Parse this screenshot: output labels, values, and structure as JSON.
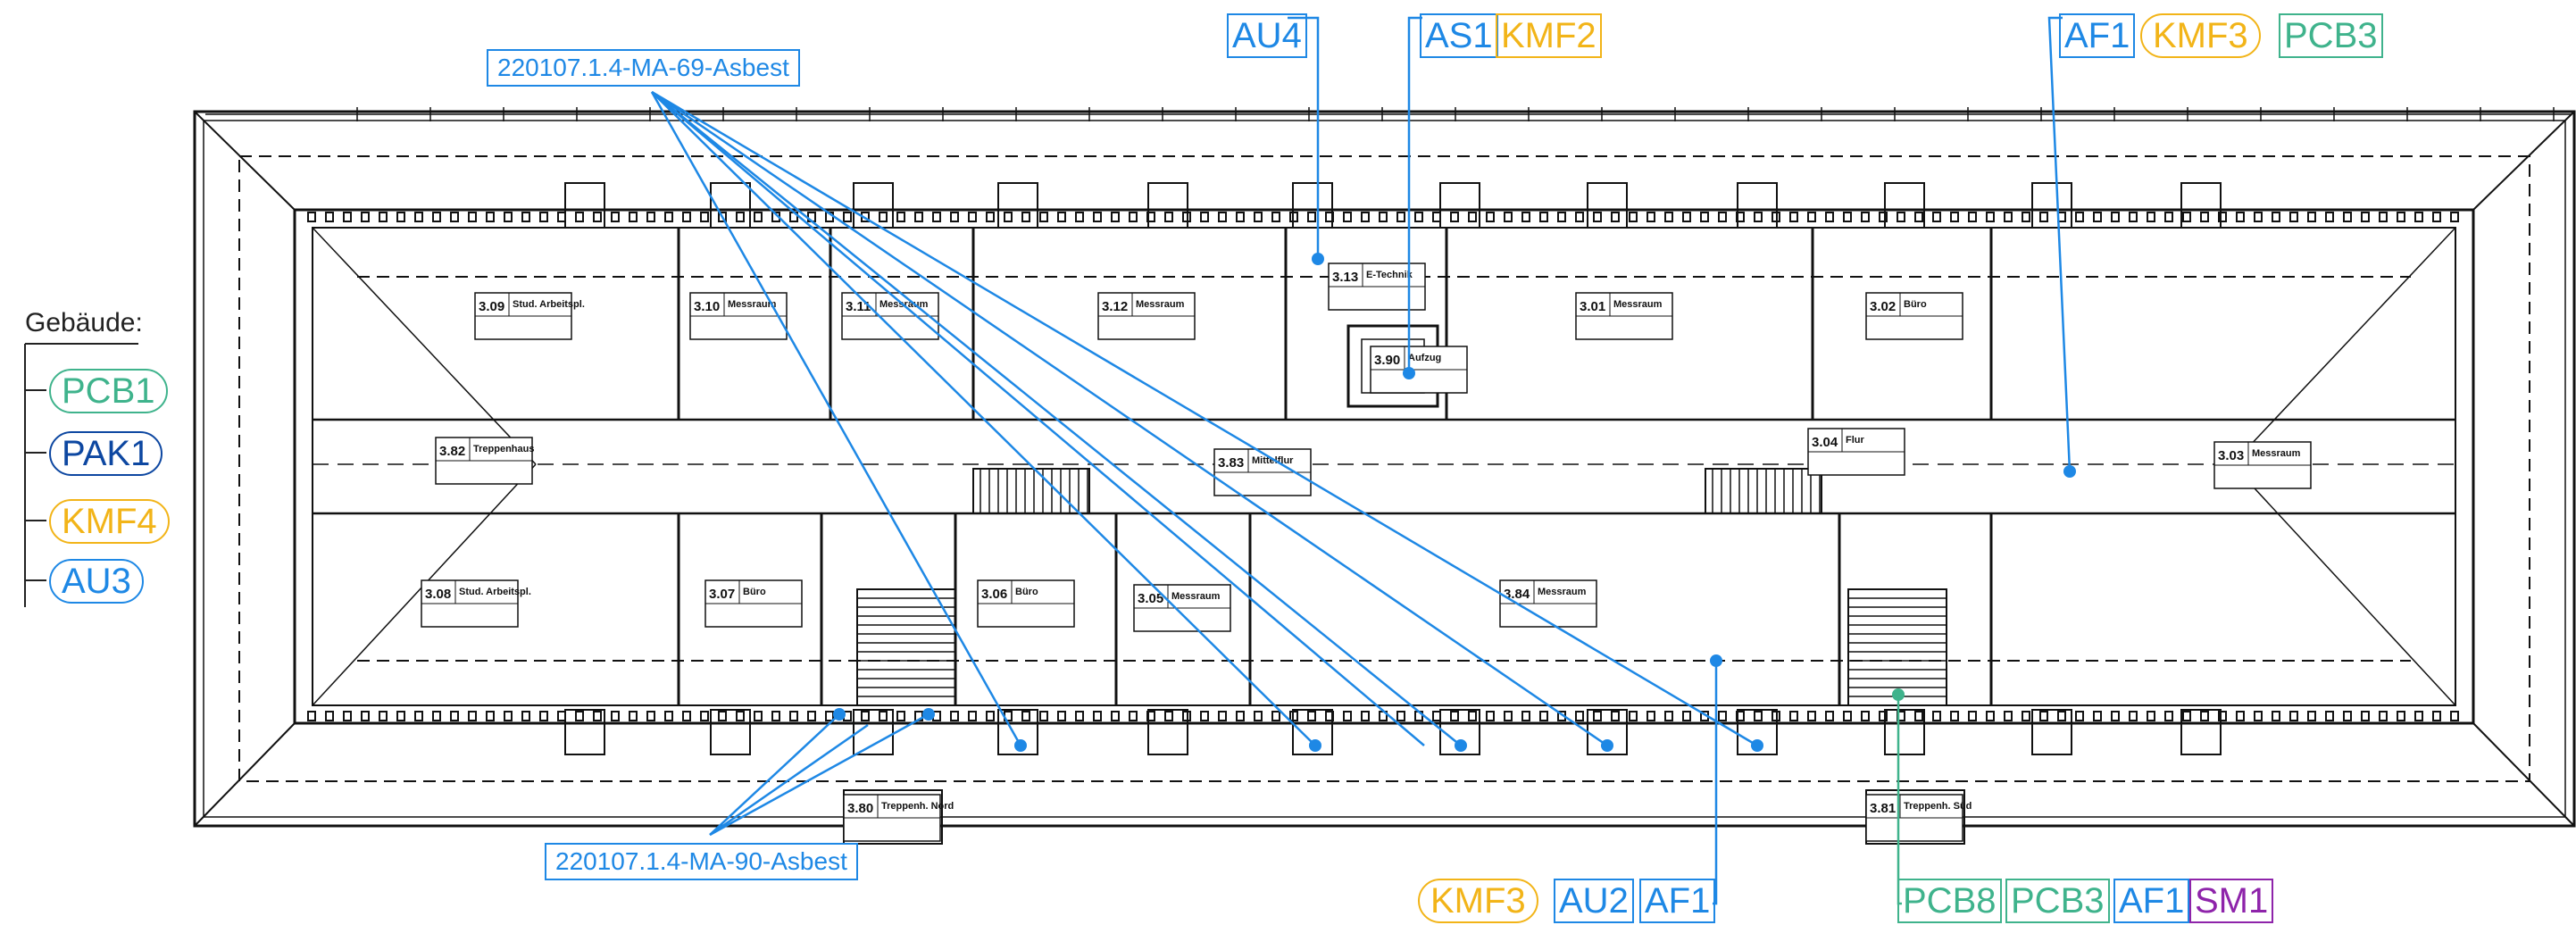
{
  "legend": {
    "title": "Gebäude:",
    "items": [
      {
        "code": "PCB1",
        "color": "#3fb38c"
      },
      {
        "code": "PAK1",
        "color": "#0d47a1"
      },
      {
        "code": "KMF4",
        "color": "#f2b418"
      },
      {
        "code": "AU3",
        "color": "#1e88e5"
      }
    ]
  },
  "samples": {
    "asbest_69": "220107.1.4-MA-69-Asbest",
    "asbest_90": "220107.1.4-MA-90-Asbest"
  },
  "tags": {
    "au4": "AU4",
    "as1": "AS1",
    "kmf2": "KMF2",
    "af1_top": "AF1",
    "kmf3_top": "KMF3",
    "pcb3_top": "PCB3",
    "kmf3_bottom": "KMF3",
    "au2": "AU2",
    "af1_bottom": "AF1",
    "pcb8": "PCB8",
    "pcb3_bottom": "PCB3",
    "af1_right": "AF1",
    "sm1": "SM1"
  },
  "rooms": [
    {
      "id": "3.09",
      "name": "Stud. Arbeitspl."
    },
    {
      "id": "3.10",
      "name": "Messraum"
    },
    {
      "id": "3.11",
      "name": "Messraum"
    },
    {
      "id": "3.12",
      "name": "Messraum"
    },
    {
      "id": "3.13",
      "name": "E-Technik"
    },
    {
      "id": "3.01",
      "name": "Messraum"
    },
    {
      "id": "3.02",
      "name": "Büro"
    },
    {
      "id": "3.03",
      "name": "Messraum"
    },
    {
      "id": "3.04",
      "name": "Flur"
    },
    {
      "id": "3.05",
      "name": "Messraum"
    },
    {
      "id": "3.06",
      "name": "Büro"
    },
    {
      "id": "3.07",
      "name": "Büro"
    },
    {
      "id": "3.08",
      "name": "Stud. Arbeitspl."
    },
    {
      "id": "3.82",
      "name": "Treppenhaus"
    },
    {
      "id": "3.83",
      "name": "Mittelflur"
    },
    {
      "id": "3.84",
      "name": "Messraum"
    },
    {
      "id": "3.90",
      "name": "Aufzug"
    },
    {
      "id": "3.80",
      "name": "Treppenh. Nord"
    },
    {
      "id": "3.81",
      "name": "Treppenh. Süd"
    }
  ],
  "colors": {
    "asbest_line": "#1e88e5",
    "pcb_line": "#3fb38c",
    "drawing": "#111111"
  }
}
